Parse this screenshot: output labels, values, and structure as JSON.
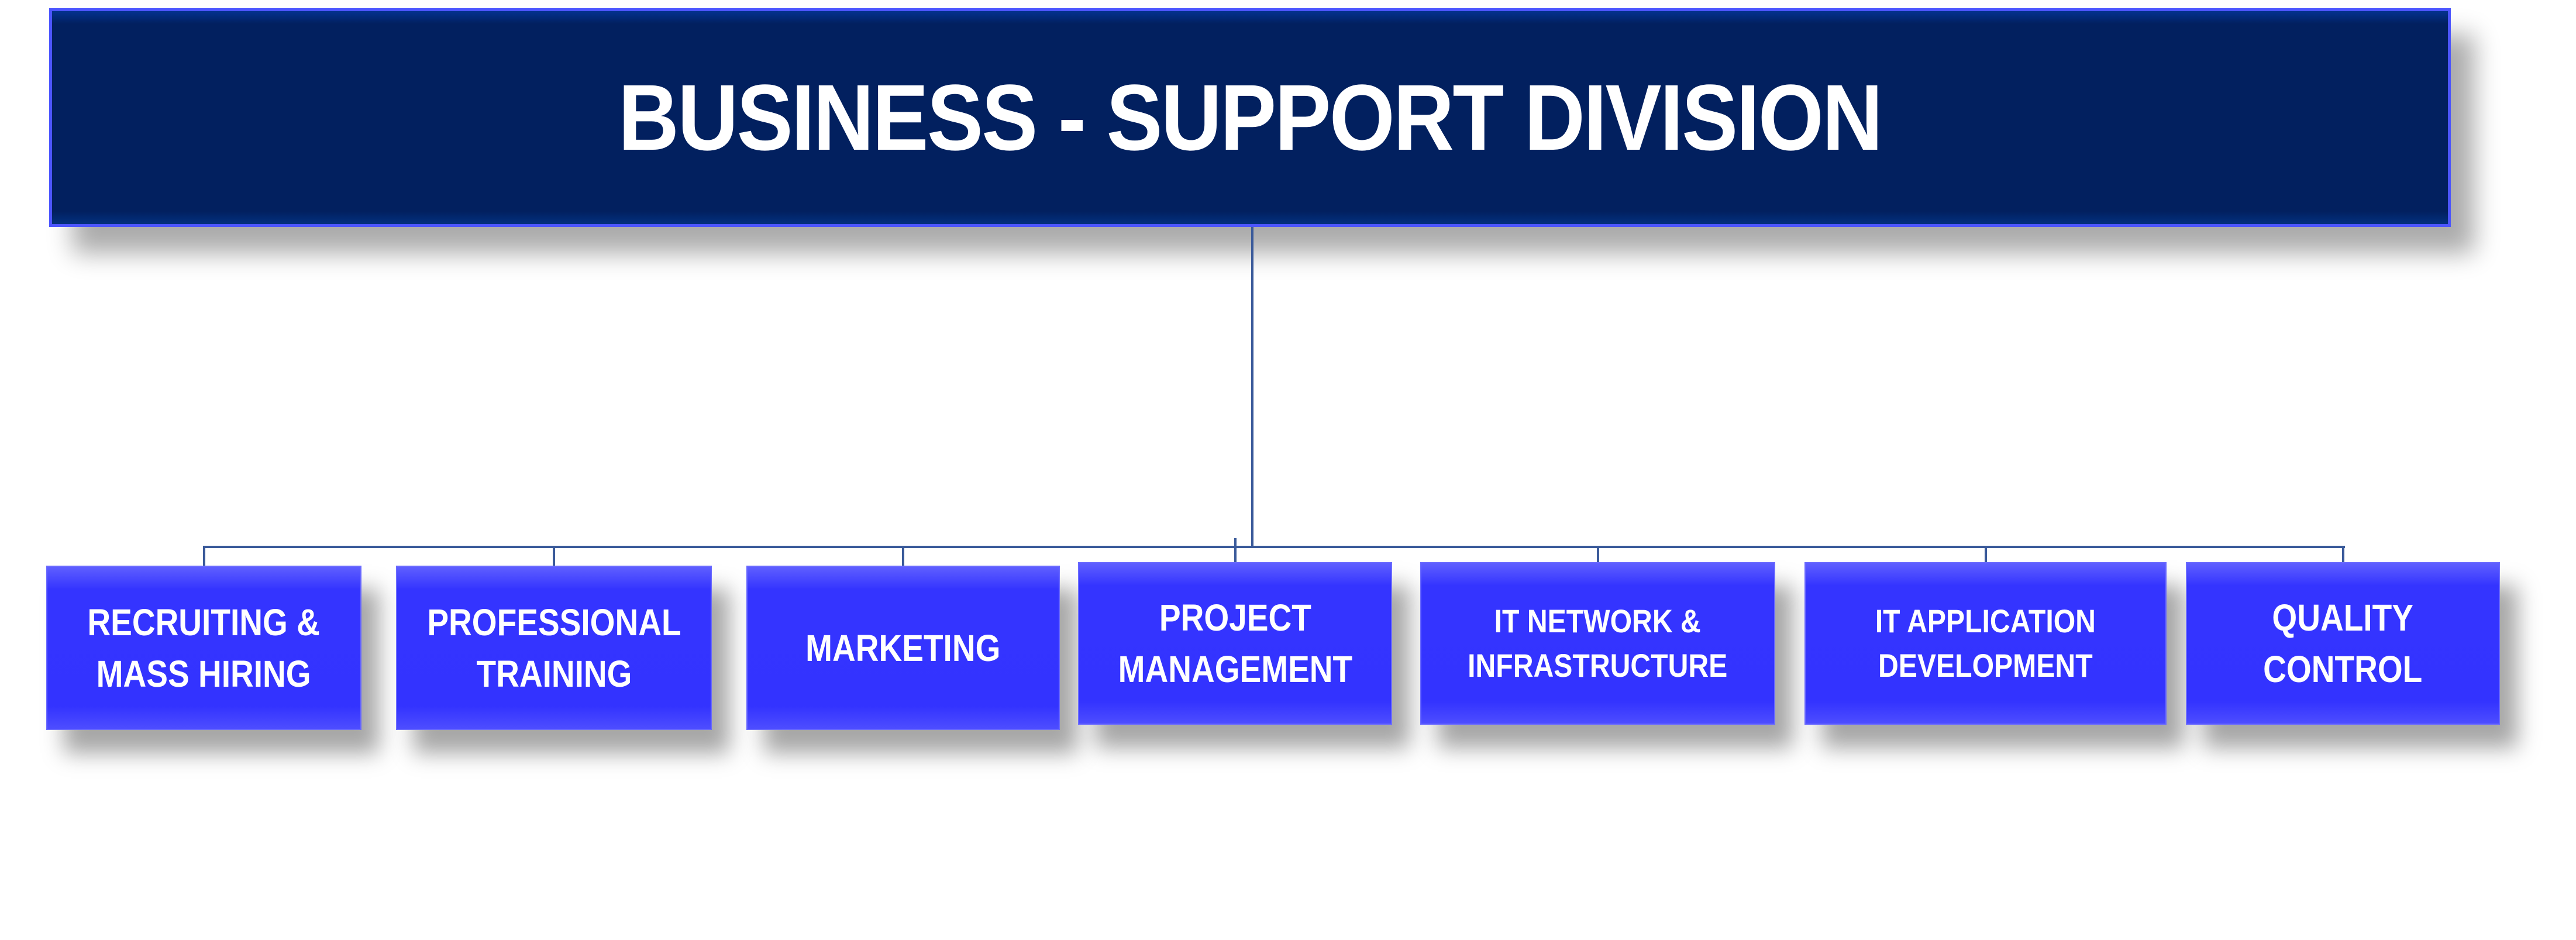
{
  "title": "BUSINESS - SUPPORT DIVISION",
  "colors": {
    "header_bg": "#02205f",
    "box_bg": "#3333ff",
    "connector": "#3a5a9a",
    "text": "#ffffff"
  },
  "departments": [
    {
      "label": "RECRUITING &\nMASS HIRING"
    },
    {
      "label": "PROFESSIONAL\nTRAINING"
    },
    {
      "label": "MARKETING"
    },
    {
      "label": "PROJECT\nMANAGEMENT"
    },
    {
      "label": "IT NETWORK &\nINFRASTRUCTURE"
    },
    {
      "label": "IT APPLICATION\nDEVELOPMENT"
    },
    {
      "label": "QUALITY\nCONTROL"
    }
  ]
}
